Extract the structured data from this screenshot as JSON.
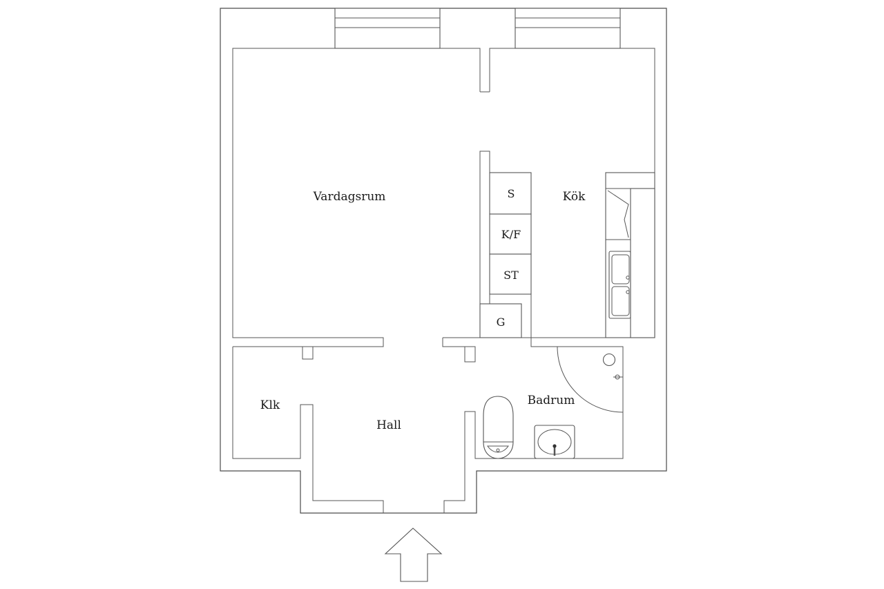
{
  "rooms": {
    "vardagsrum": "Vardagsrum",
    "kok": "Kök",
    "klk": "Klk",
    "hall": "Hall",
    "badrum": "Badrum"
  },
  "fixtures": {
    "s": "S",
    "kf": "K/F",
    "st": "ST",
    "g": "G"
  },
  "colors": {
    "line": "#4a4a4a",
    "background": "#ffffff"
  },
  "icons": {
    "entrance": "entrance-arrow-icon"
  }
}
